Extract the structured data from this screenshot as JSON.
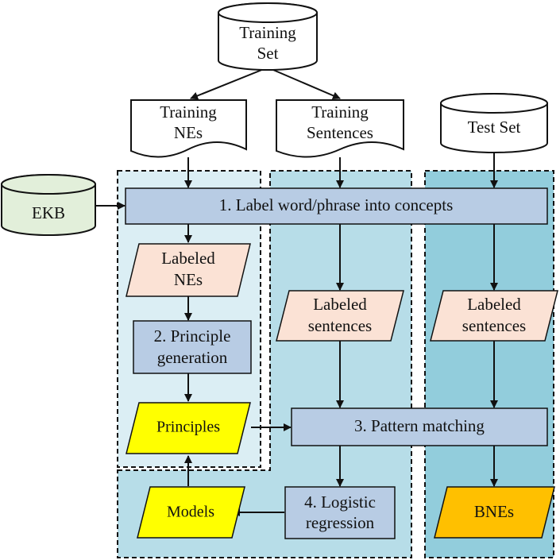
{
  "nodes": {
    "training_set": [
      "Training",
      "Set"
    ],
    "training_nes": [
      "Training",
      "NEs"
    ],
    "training_sentences": [
      "Training",
      "Sentences"
    ],
    "test_set": [
      "Test Set"
    ],
    "ekb": [
      "EKB"
    ],
    "label_concepts": [
      "1. Label word/phrase into concepts"
    ],
    "labeled_nes": [
      "Labeled",
      "NEs"
    ],
    "labeled_sentences_train": [
      "Labeled",
      "sentences"
    ],
    "labeled_sentences_test": [
      "Labeled",
      "sentences"
    ],
    "principle_generation": [
      "2. Principle",
      "generation"
    ],
    "principles": [
      "Principles"
    ],
    "pattern_matching": [
      "3. Pattern matching"
    ],
    "models": [
      "Models"
    ],
    "logistic_regression": [
      "4. Logistic",
      "regression"
    ],
    "bnes": [
      "BNEs"
    ]
  },
  "colors": {
    "process_fill": "#b8cce4",
    "labeled_fill": "#fbe2d5",
    "principles_fill": "#ffff00",
    "bnes_fill": "#ffc000",
    "ekb_fill": "#e2efda",
    "region_left": "#dbeef4",
    "region_mid": "#b7dde8",
    "region_right": "#92cddc",
    "stroke": "#111111"
  }
}
